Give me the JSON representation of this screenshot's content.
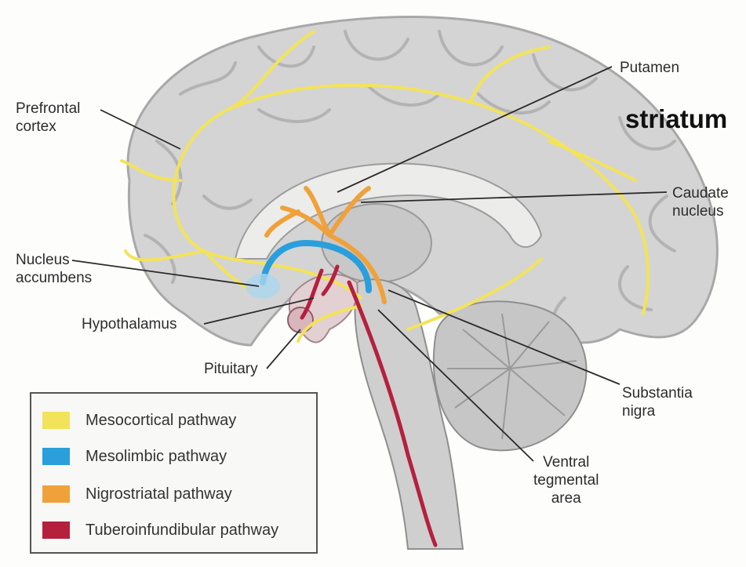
{
  "labels": {
    "prefrontal_cortex": "Prefrontal\ncortex",
    "putamen": "Putamen",
    "striatum": "striatum",
    "caudate_nucleus": "Caudate\nnucleus",
    "nucleus_accumbens": "Nucleus\naccumbens",
    "hypothalamus": "Hypothalamus",
    "pituitary": "Pituitary",
    "substantia_nigra": "Substantia\nnigra",
    "ventral_tegmental_area": "Ventral\ntegmental\narea"
  },
  "legend": [
    {
      "label": "Mesocortical pathway",
      "color": "#f2e35a"
    },
    {
      "label": "Mesolimbic pathway",
      "color": "#2a9fdc"
    },
    {
      "label": "Nigrostriatal pathway",
      "color": "#f0a13a"
    },
    {
      "label": "Tuberoinfundibular pathway",
      "color": "#b5203f"
    }
  ],
  "colors": {
    "brain": "#d4d4d4",
    "gyri_shadow": "#b2b2b2",
    "mesocortical": "#f2e35a",
    "mesolimbic": "#2a9fdc",
    "nigrostriatal": "#f0a13a",
    "tuberoinfundibular": "#b5203f",
    "leader_line": "#2a2a2a"
  }
}
